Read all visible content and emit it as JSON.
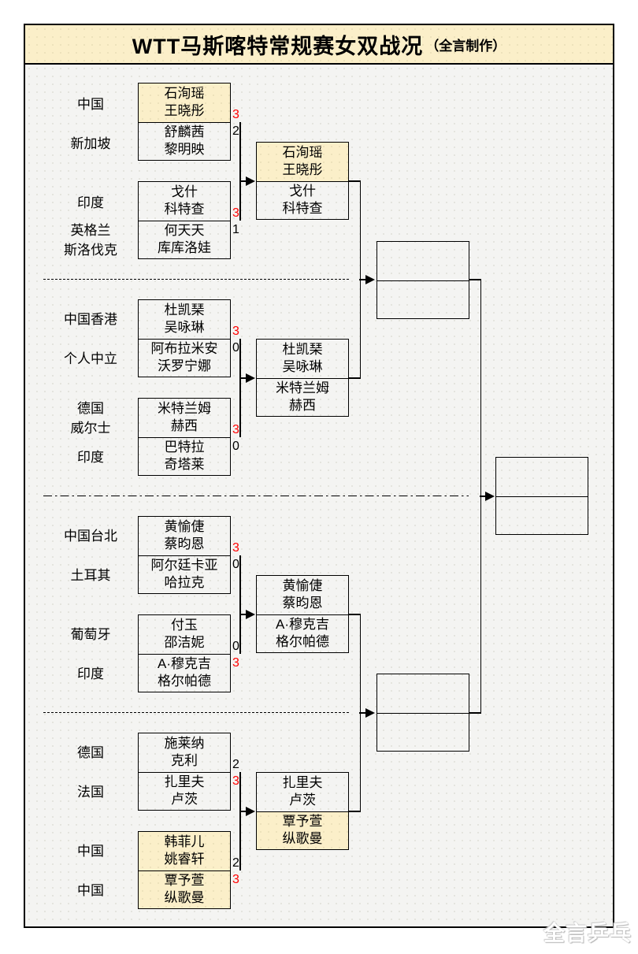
{
  "title": {
    "main": "WTT马斯喀特常规赛女双战况",
    "credit": "（全言制作）"
  },
  "watermark": "全言乒乓",
  "colors": {
    "highlight": "#FBEFC9",
    "win_score_red": "#FF0000",
    "line": "#000000",
    "canvas_bg": "#F4F4F2"
  },
  "teams": [
    {
      "country": [
        "中国"
      ],
      "p1": "石洵瑶",
      "p2": "王晓彤",
      "score": "3",
      "red": true,
      "hl": true
    },
    {
      "country": [
        "新加坡"
      ],
      "p1": "舒麟茜",
      "p2": "黎明映",
      "score": "2",
      "red": false,
      "hl": false
    },
    {
      "country": [
        "印度"
      ],
      "p1": "戈什",
      "p2": "科特查",
      "score": "3",
      "red": true,
      "hl": false
    },
    {
      "country": [
        "英格兰",
        "斯洛伐克"
      ],
      "p1": "何天天",
      "p2": "库库洛娃",
      "score": "1",
      "red": false,
      "hl": false
    },
    {
      "country": [
        "中国香港"
      ],
      "p1": "杜凯琹",
      "p2": "吴咏琳",
      "score": "3",
      "red": true,
      "hl": false
    },
    {
      "country": [
        "个人中立"
      ],
      "p1": "阿布拉米安",
      "p2": "沃罗宁娜",
      "score": "0",
      "red": false,
      "hl": false
    },
    {
      "country": [
        "德国",
        "威尔士"
      ],
      "p1": "米特兰姆",
      "p2": "赫西",
      "score": "3",
      "red": true,
      "hl": false
    },
    {
      "country": [
        "印度"
      ],
      "p1": "巴特拉",
      "p2": "奇塔莱",
      "score": "0",
      "red": false,
      "hl": false
    },
    {
      "country": [
        "中国台北"
      ],
      "p1": "黄愉倢",
      "p2": "蔡昀恩",
      "score": "3",
      "red": true,
      "hl": false
    },
    {
      "country": [
        "土耳其"
      ],
      "p1": "阿尔廷卡亚",
      "p2": "哈拉克",
      "score": "0",
      "red": false,
      "hl": false
    },
    {
      "country": [
        "葡萄牙"
      ],
      "p1": "付玉",
      "p2": "邵洁妮",
      "score": "0",
      "red": false,
      "hl": false
    },
    {
      "country": [
        "印度"
      ],
      "p1": "A·穆克吉",
      "p2": "格尔帕德",
      "score": "3",
      "red": true,
      "hl": false
    },
    {
      "country": [
        "德国"
      ],
      "p1": "施莱纳",
      "p2": "克利",
      "score": "2",
      "red": false,
      "hl": false
    },
    {
      "country": [
        "法国"
      ],
      "p1": "扎里夫",
      "p2": "卢茨",
      "score": "3",
      "red": true,
      "hl": false
    },
    {
      "country": [
        "中国"
      ],
      "p1": "韩菲儿",
      "p2": "姚睿轩",
      "score": "2",
      "red": false,
      "hl": true
    },
    {
      "country": [
        "中国"
      ],
      "p1": "覃予萱",
      "p2": "纵歌曼",
      "score": "3",
      "red": true,
      "hl": true
    }
  ],
  "round2": [
    {
      "p1": "石洵瑶",
      "p2": "王晓彤",
      "hl": true
    },
    {
      "p1": "戈什",
      "p2": "科特查",
      "hl": false
    },
    {
      "p1": "杜凯琹",
      "p2": "吴咏琳",
      "hl": false
    },
    {
      "p1": "米特兰姆",
      "p2": "赫西",
      "hl": false
    },
    {
      "p1": "黄愉倢",
      "p2": "蔡昀恩",
      "hl": false
    },
    {
      "p1": "A·穆克吉",
      "p2": "格尔帕德",
      "hl": false
    },
    {
      "p1": "扎里夫",
      "p2": "卢茨",
      "hl": false
    },
    {
      "p1": "覃予萱",
      "p2": "纵歌曼",
      "hl": true
    }
  ]
}
